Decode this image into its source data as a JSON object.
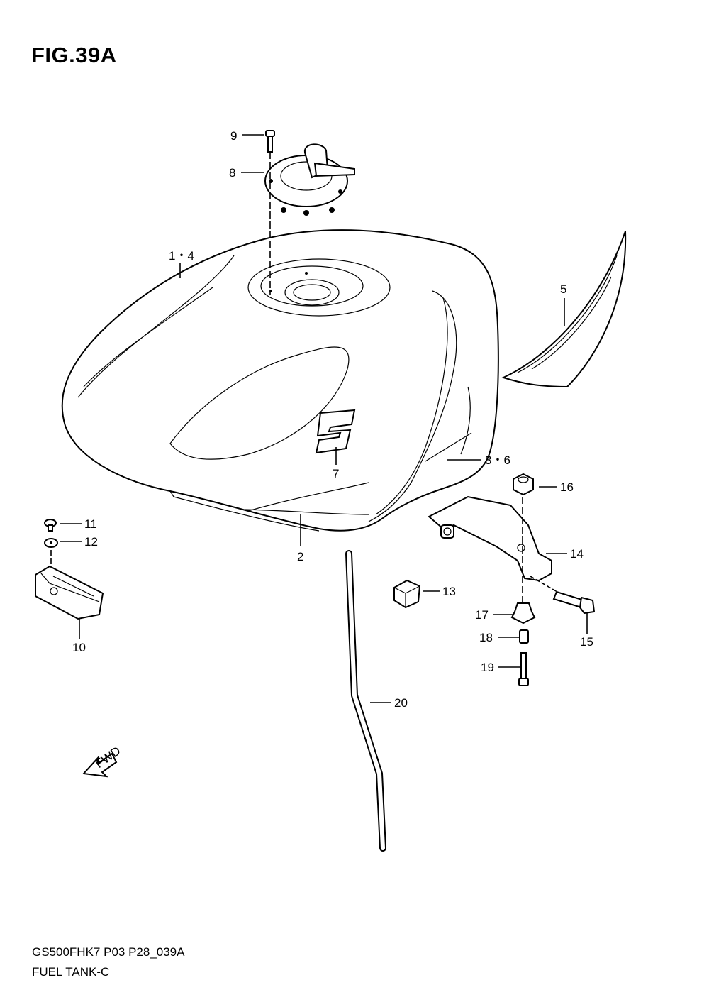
{
  "figure": {
    "title": "FIG.39A",
    "model_code": "GS500FHK7 P03 P28_039A",
    "diagram_name": "FUEL TANK-C",
    "fwd_label": "FWD"
  },
  "callouts": [
    {
      "id": "c9",
      "label": "9"
    },
    {
      "id": "c8",
      "label": "8"
    },
    {
      "id": "c14a",
      "label": "1・4"
    },
    {
      "id": "c5",
      "label": "5"
    },
    {
      "id": "c7",
      "label": "7"
    },
    {
      "id": "c36",
      "label": "3・6"
    },
    {
      "id": "c16",
      "label": "16"
    },
    {
      "id": "c11",
      "label": "11"
    },
    {
      "id": "c12",
      "label": "12"
    },
    {
      "id": "c2",
      "label": "2"
    },
    {
      "id": "c14",
      "label": "14"
    },
    {
      "id": "c13",
      "label": "13"
    },
    {
      "id": "c17",
      "label": "17"
    },
    {
      "id": "c15",
      "label": "15"
    },
    {
      "id": "c10",
      "label": "10"
    },
    {
      "id": "c18",
      "label": "18"
    },
    {
      "id": "c19",
      "label": "19"
    },
    {
      "id": "c20",
      "label": "20"
    }
  ]
}
